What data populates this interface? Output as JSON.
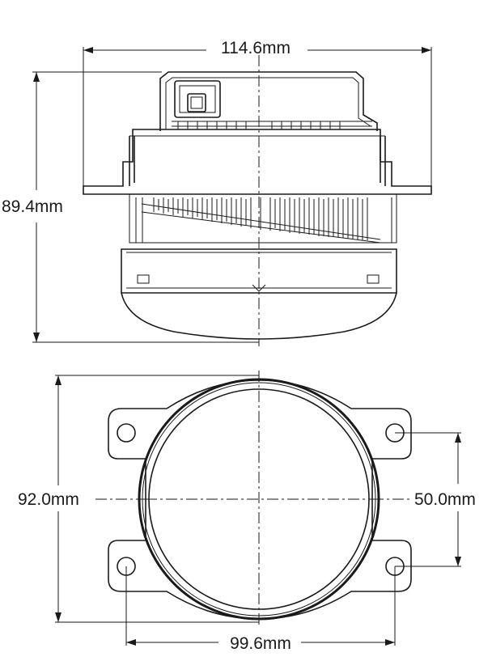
{
  "dimensions": {
    "width_top": "114.6mm",
    "height_side": "89.4mm",
    "flange_height": "92.0mm",
    "hole_spacing_vertical": "50.0mm",
    "hole_spacing_horizontal": "99.6mm"
  }
}
